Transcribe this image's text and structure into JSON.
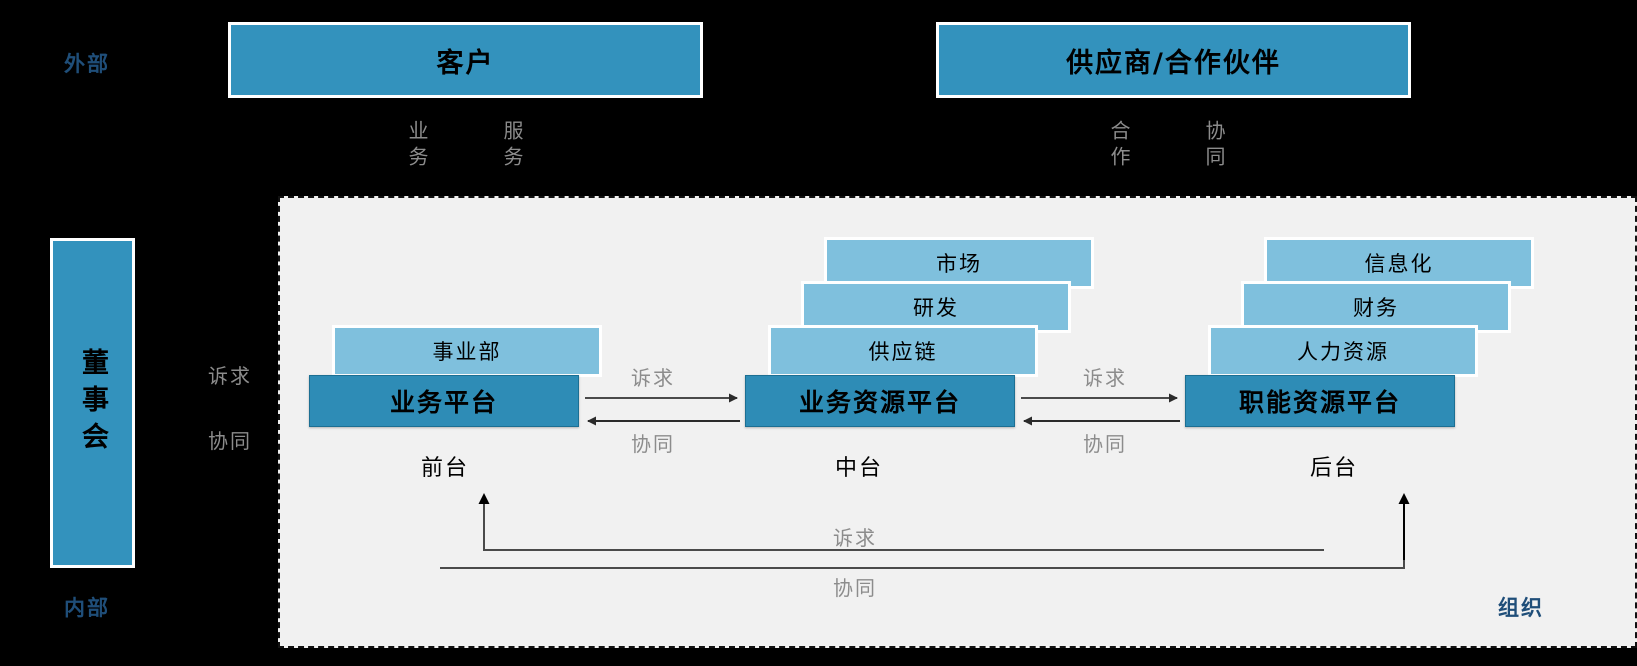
{
  "zones": {
    "external_label": "外部",
    "internal_label": "内部",
    "organization_label": "组织"
  },
  "external": {
    "boxes": [
      {
        "label": "客户"
      },
      {
        "label": "供应商/合作伙伴"
      }
    ],
    "customer_flows": [
      {
        "label": "业务"
      },
      {
        "label": "服务"
      }
    ],
    "supplier_flows": [
      {
        "label": "合作"
      },
      {
        "label": "协同"
      }
    ]
  },
  "board": {
    "label": "董事会",
    "flows": [
      {
        "label": "诉求"
      },
      {
        "label": "协同"
      }
    ]
  },
  "platforms": [
    {
      "name": "业务平台",
      "tier": "前台",
      "cards": [
        "事业部"
      ]
    },
    {
      "name": "业务资源平台",
      "tier": "中台",
      "cards": [
        "供应链",
        "研发",
        "市场"
      ]
    },
    {
      "name": "职能资源平台",
      "tier": "后台",
      "cards": [
        "人力资源",
        "财务",
        "信息化"
      ]
    }
  ],
  "connectors": {
    "front_to_middle": {
      "forward": "诉求",
      "backward": "协同"
    },
    "middle_to_back": {
      "forward": "诉求",
      "backward": "协同"
    },
    "front_to_back": {
      "forward": "诉求",
      "backward": "协同"
    }
  },
  "colors": {
    "header_blue": "#3392BD",
    "platform_blue": "#2E8CB6",
    "card_blue": "#7FC0DD",
    "zone_navy": "#1F4E79",
    "flow_grey": "#8C8C8C",
    "org_background": "#F1F1F1",
    "page_background": "#000000"
  }
}
